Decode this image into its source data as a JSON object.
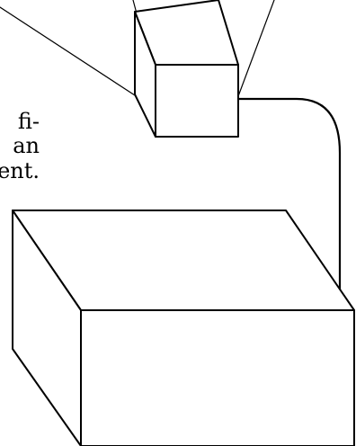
{
  "text_fragments": [
    {
      "id": "frag-1",
      "text": "fi-"
    },
    {
      "id": "frag-2",
      "text": "an"
    },
    {
      "id": "frag-3",
      "text": "ent."
    }
  ],
  "colors": {
    "ink": "#000000",
    "paper": "#ffffff"
  }
}
